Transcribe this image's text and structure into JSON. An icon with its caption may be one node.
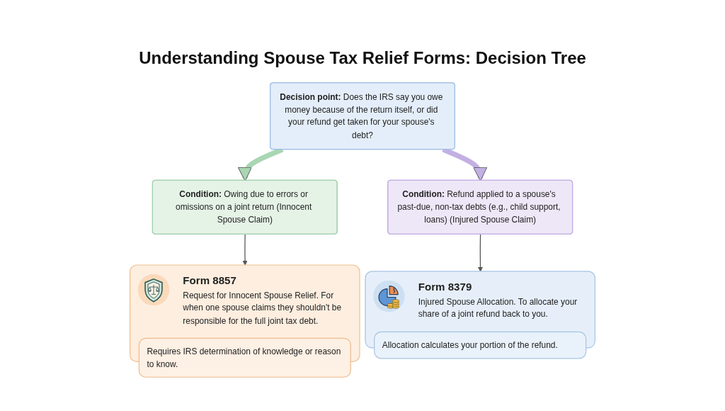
{
  "diagram": {
    "title": "Understanding Spouse Tax Relief Forms: Decision Tree",
    "nodes": [
      {
        "text": [
          "**Decision point:** Does the IRS say you owe money because of the return itself, or did your refund get taken for your spouse's debt?"
        ]
      },
      {
        "text": [
          "**Condition:** Owing due to errors or omissions on a joint return (Innocent Spouse Claim)"
        ]
      },
      {
        "text": [
          "**Condition:** Refund applied to a spouse's past-due, non-tax debts (e.g., child support, loans) (Injured Spouse Claim)"
        ]
      },
      {
        "text": [
          "Form 8857",
          "Request for Innocent Spouse Relief. For when one spouse claims they shouldn't be responsible for the full joint tax debt."
        ]
      },
      {
        "text": [
          "Requires IRS determination of knowledge or reason to know."
        ]
      },
      {
        "text": [
          "Form 8379",
          "Injured Spouse Allocation. To allocate your share of a joint refund back to you."
        ]
      },
      {
        "text": [
          "Allocation calculates your portion of the refund."
        ]
      }
    ],
    "edges": [
      {
        "from": 0,
        "to": 1,
        "arrow": "to",
        "style": "thick",
        "color": "#a9d6b3"
      },
      {
        "from": 0,
        "to": 2,
        "arrow": "to",
        "style": "thick",
        "color": "#c3b0e3"
      },
      {
        "from": 1,
        "to": 3,
        "arrow": "to"
      },
      {
        "from": 2,
        "to": 5,
        "arrow": "to"
      }
    ]
  }
}
